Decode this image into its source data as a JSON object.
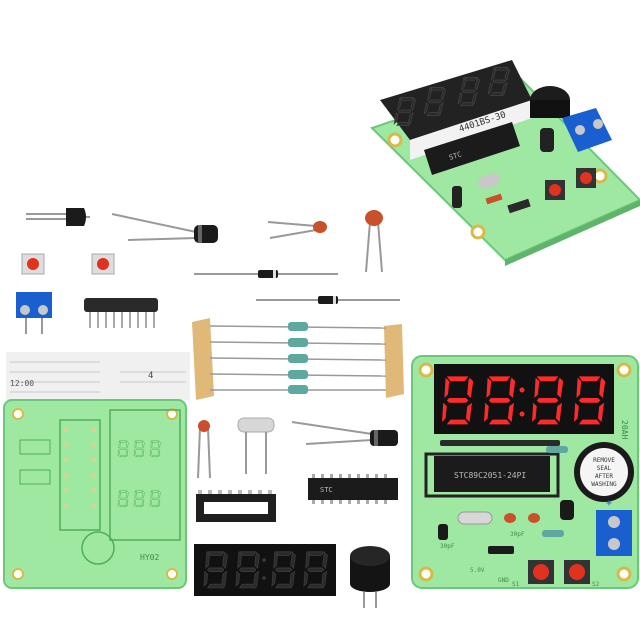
{
  "photo": {
    "assembled_display_label": "4401BS-30",
    "mcu_label": "STC",
    "pcb_marking": "20AH",
    "instruction_sheet_step": "4",
    "instruction_sheet_time": "12:00",
    "buzzer_sticker": [
      "REMOVE",
      "SEAL",
      "AFTER",
      "WASHING"
    ],
    "bare_pcb_marking": "HY02",
    "silkscreen_labels": [
      "30pF",
      "30pF",
      "S1",
      "S2",
      "GND",
      "5.0V"
    ],
    "display_digits": [
      "8",
      "8",
      "8",
      "8"
    ],
    "mcu_chip_marking": "STC89C2051-24PI",
    "colors": {
      "pcb_green": "#9fe8a2",
      "pcb_dark_green": "#4fae5a",
      "led_red": "#ff2a2a",
      "display_black": "#111111",
      "terminal_blue": "#1a5fd0",
      "button_red": "#e0321f",
      "resistor_body": "#5fa8a0",
      "capacitor_ceramic": "#c9502a",
      "tape": "#e0b878"
    }
  }
}
